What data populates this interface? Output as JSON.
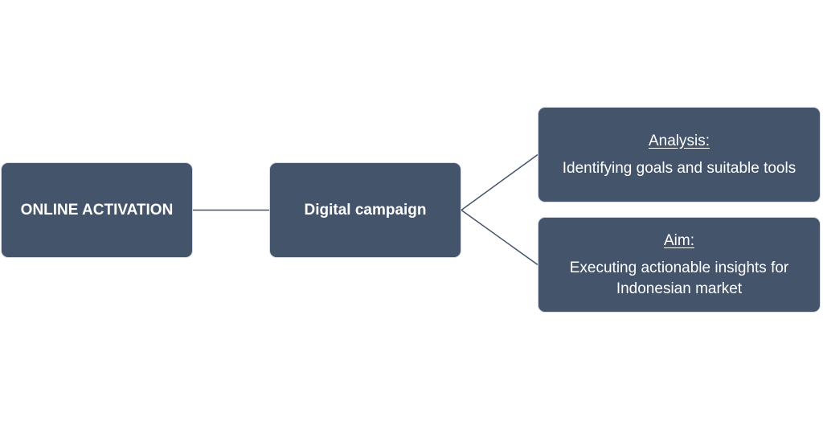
{
  "diagram": {
    "nodes": {
      "online_activation": {
        "label": "ONLINE ACTIVATION"
      },
      "digital_campaign": {
        "label": "Digital campaign"
      },
      "analysis": {
        "heading": "Analysis:",
        "text": "Identifying goals and suitable tools"
      },
      "aim": {
        "heading": "Aim:",
        "text_line1": "Executing actionable insights for",
        "text_line2": "Indonesian market"
      }
    },
    "colors": {
      "box_fill": "#44546a",
      "box_border": "#d5dbe3",
      "connector": "#44546a",
      "text": "#ffffff",
      "background": "#ffffff"
    }
  }
}
